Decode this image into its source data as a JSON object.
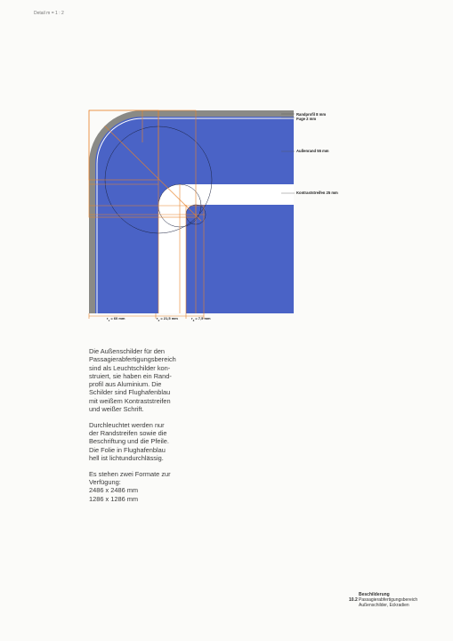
{
  "header": {
    "scale": "Detail m = 1 : 2"
  },
  "annotations": {
    "randprofil": "Randprofil 8 mm",
    "fuge": "Fuge 2 mm",
    "aussenrand": "Außenrand 55 mm",
    "kontraststreifen": "Kontraststreifen 25 mm"
  },
  "dimensions": [
    {
      "var": "r",
      "sub": "1",
      "value": " = 60 mm"
    },
    {
      "var": "r",
      "sub": "2",
      "value": " = 21,5 mm"
    },
    {
      "var": "r",
      "sub": "3",
      "value": " = 7,5 mm"
    }
  ],
  "body": {
    "p1_lines": [
      "Die Außenschilder für den",
      "Passagierabfertigungsbereich",
      "sind als Leuchtschilder kon-",
      "struiert, sie haben ein Rand-",
      "profil aus Aluminium. Die",
      "Schilder sind Flughafenblau",
      "mit weißem Kontraststreifen",
      "und weißer Schrift."
    ],
    "p2_lines": [
      "Durchleuchtet werden nur",
      "der Randstreifen sowie die",
      "Beschriftung und die Pfeile.",
      "Die Folie in Flughafenblau",
      "hell ist lichtundurchlässig."
    ],
    "p3_lines": [
      "Es stehen zwei Formate zur",
      "Verfügung:",
      "2486 x 2486 mm",
      "1286 x 1286 mm"
    ]
  },
  "footer": {
    "section": "Beschilderung",
    "number": "10.2",
    "line1": "Passagierabfertigungsbereich",
    "line2": "Außenschilder, Eckradien"
  },
  "colors": {
    "sign_blue": "#4a63c6",
    "frame_gray": "#8a8a86",
    "guide_orange": "#e8832a",
    "stripe_white": "#ffffff"
  }
}
